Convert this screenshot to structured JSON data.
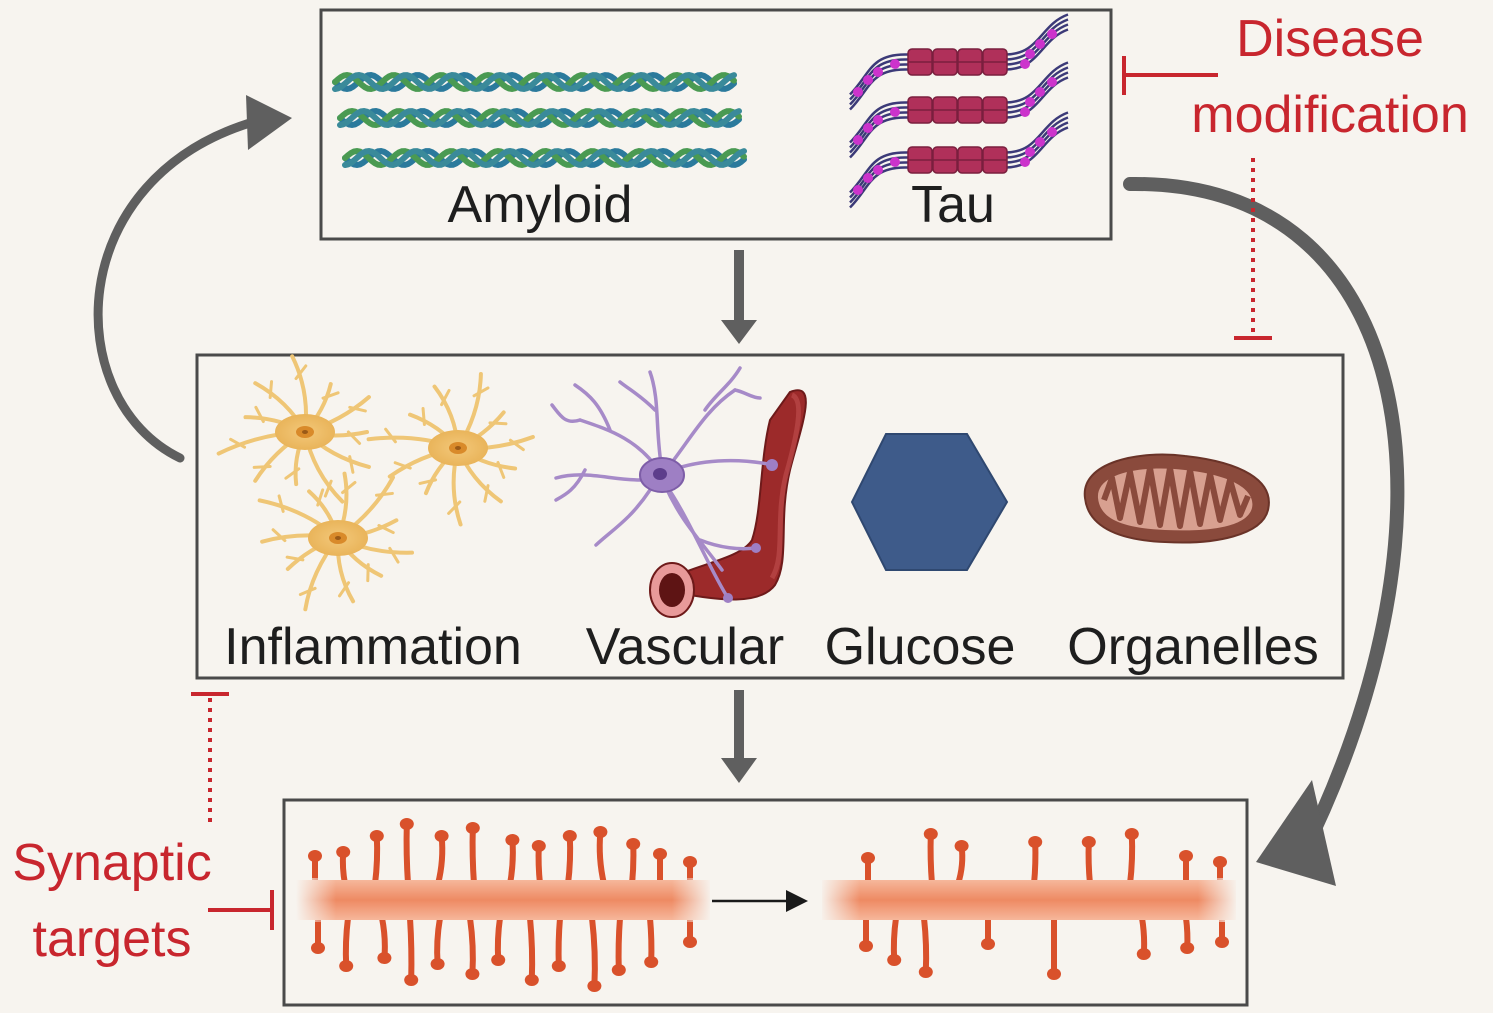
{
  "diagram": {
    "top_box": {
      "labels": {
        "amyloid": "Amyloid",
        "tau": "Tau"
      }
    },
    "middle_box": {
      "labels": {
        "inflammation": "Inflammation",
        "vascular": "Vascular",
        "glucose": "Glucose",
        "organelles": "Organelles"
      }
    },
    "interventions": {
      "disease_modification": {
        "line1": "Disease",
        "line2": "modification"
      },
      "synaptic_targets": {
        "line1": "Synaptic",
        "line2": "targets"
      }
    },
    "colors": {
      "background": "#f7f4ef",
      "box_border": "#4a4a4a",
      "arrow_gray": "#5f5f5f",
      "inhibit_red": "#c8262e",
      "amyloid_blue": "#2b7a9c",
      "amyloid_green": "#4a9a52",
      "tau_magenta": "#b0305a",
      "tau_purple": "#cc33cc",
      "astrocyte_yellow": "#efc676",
      "neuron_purple": "#a68ac8",
      "vessel_red": "#9c2a2a",
      "glucose_blue": "#3e5b8a",
      "mito_brown": "#8a4a3c",
      "dendrite_orange": "#e57a52",
      "spine_orange": "#d9512b"
    },
    "icons": [
      "amyloid-fibril-icon",
      "tau-tangle-icon",
      "astrocyte-icon",
      "neuron-icon",
      "blood-vessel-icon",
      "glucose-hexagon-icon",
      "mitochondrion-icon",
      "dendrite-icon"
    ]
  }
}
